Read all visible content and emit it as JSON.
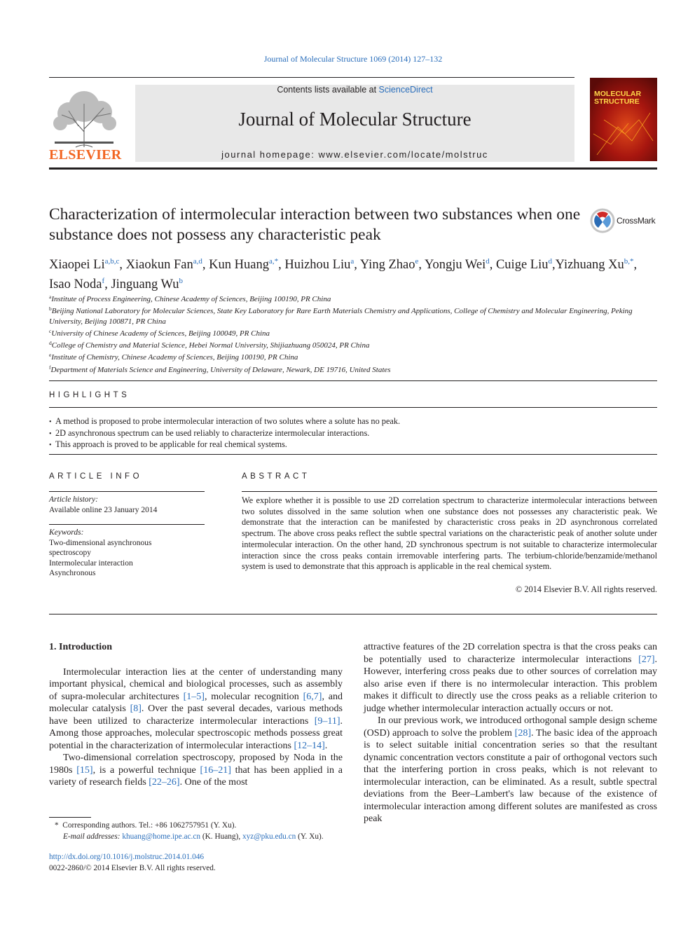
{
  "header": {
    "citation": "Journal of Molecular Structure 1069 (2014) 127–132",
    "contents_prefix": "Contents lists available at ",
    "contents_link": "ScienceDirect",
    "journal_title": "Journal of Molecular Structure",
    "homepage": "journal homepage: www.elsevier.com/locate/molstruc",
    "publisher_logo_text": "ELSEVIER",
    "cover_text": "MOLECULAR STRUCTURE"
  },
  "article": {
    "title": "Characterization of intermolecular interaction between two substances when one substance does not possess any characteristic peak",
    "crossmark_label": "CrossMark",
    "authors": [
      {
        "name": "Xiaopei Li",
        "sup": "a,b,c",
        "sep": ", "
      },
      {
        "name": "Xiaokun Fan",
        "sup": "a,d",
        "sep": ", "
      },
      {
        "name": "Kun Huang",
        "sup": "a,*",
        "sep": ", "
      },
      {
        "name": "Huizhou Liu",
        "sup": "a",
        "sep": ", "
      },
      {
        "name": "Ying Zhao",
        "sup": "e",
        "sep": ", "
      },
      {
        "name": "Yongju Wei",
        "sup": "d",
        "sep": ", "
      },
      {
        "name": "Cuige Liu",
        "sup": "d",
        "sep": ","
      },
      {
        "name": "Yizhuang Xu",
        "sup": "b,*",
        "sep": ", "
      },
      {
        "name": "Isao Noda",
        "sup": "f",
        "sep": ", "
      },
      {
        "name": "Jinguang Wu",
        "sup": "b",
        "sep": ""
      }
    ],
    "affiliations": [
      {
        "key": "a",
        "text": "Institute of Process Engineering, Chinese Academy of Sciences, Beijing 100190, PR China"
      },
      {
        "key": "b",
        "text": "Beijing National Laboratory for Molecular Sciences, State Key Laboratory for Rare Earth Materials Chemistry and Applications, College of Chemistry and Molecular Engineering, Peking University, Beijing 100871, PR China"
      },
      {
        "key": "c",
        "text": "University of Chinese Academy of Sciences, Beijing 100049, PR China"
      },
      {
        "key": "d",
        "text": "College of Chemistry and Material Science, Hebei Normal University, Shijiazhuang 050024, PR China"
      },
      {
        "key": "e",
        "text": "Institute of Chemistry, Chinese Academy of Sciences, Beijing 100190, PR China"
      },
      {
        "key": "f",
        "text": "Department of Materials Science and Engineering, University of Delaware, Newark, DE 19716, United States"
      }
    ]
  },
  "highlights": {
    "heading": "HIGHLIGHTS",
    "items": [
      "A method is proposed to probe intermolecular interaction of two solutes where a solute has no peak.",
      "2D asynchronous spectrum can be used reliably to characterize intermolecular interactions.",
      "This approach is proved to be applicable for real chemical systems."
    ]
  },
  "article_info": {
    "heading": "ARTICLE INFO",
    "history_label": "Article history:",
    "history_value": "Available online 23 January 2014",
    "keywords_label": "Keywords:",
    "keywords": [
      "Two-dimensional asynchronous",
      "spectroscopy",
      "Intermolecular interaction",
      "Asynchronous"
    ]
  },
  "abstract": {
    "heading": "ABSTRACT",
    "text": "We explore whether it is possible to use 2D correlation spectrum to characterize intermolecular interactions between two solutes dissolved in the same solution when one substance does not possesses any characteristic peak. We demonstrate that the interaction can be manifested by characteristic cross peaks in 2D asynchronous correlated spectrum. The above cross peaks reflect the subtle spectral variations on the characteristic peak of another solute under intermolecular interaction. On the other hand, 2D synchronous spectrum is not suitable to characterize intermolecular interaction since the cross peaks contain irremovable interfering parts. The terbium-chloride/benzamide/methanol system is used to demonstrate that this approach is applicable in the real chemical system.",
    "copyright": "© 2014 Elsevier B.V. All rights reserved."
  },
  "body": {
    "section_heading": "1. Introduction",
    "left_paragraphs": [
      [
        {
          "t": "Intermolecular interaction lies at the center of understanding many important physical, chemical and biological processes, such as assembly of supra-molecular architectures "
        },
        {
          "t": "[1–5]",
          "link": true
        },
        {
          "t": ", molecular recognition "
        },
        {
          "t": "[6,7]",
          "link": true
        },
        {
          "t": ", and molecular catalysis "
        },
        {
          "t": "[8]",
          "link": true
        },
        {
          "t": ". Over the past several decades, various methods have been utilized to characterize intermolecular interactions "
        },
        {
          "t": "[9–11]",
          "link": true
        },
        {
          "t": ". Among those approaches, molecular spectroscopic methods possess great potential in the characterization of intermolecular interactions "
        },
        {
          "t": "[12–14]",
          "link": true
        },
        {
          "t": "."
        }
      ],
      [
        {
          "t": "Two-dimensional correlation spectroscopy, proposed by Noda in the 1980s "
        },
        {
          "t": "[15]",
          "link": true
        },
        {
          "t": ", is a powerful technique "
        },
        {
          "t": "[16–21]",
          "link": true
        },
        {
          "t": " that has been applied in a variety of research fields "
        },
        {
          "t": "[22–26]",
          "link": true
        },
        {
          "t": ". One of the most"
        }
      ]
    ],
    "right_paragraphs": [
      [
        {
          "t": "attractive features of the 2D correlation spectra is that the cross peaks can be potentially used to characterize intermolecular interactions "
        },
        {
          "t": "[27]",
          "link": true
        },
        {
          "t": ". However, interfering cross peaks due to other sources of correlation may also arise even if there is no intermolecular interaction. This problem makes it difficult to directly use the cross peaks as a reliable criterion to judge whether intermolecular interaction actually occurs or not."
        }
      ],
      [
        {
          "t": "In our previous work, we introduced orthogonal sample design scheme (OSD) approach to solve the problem "
        },
        {
          "t": "[28]",
          "link": true
        },
        {
          "t": ". The basic idea of the approach is to select suitable initial concentration series so that the resultant dynamic concentration vectors constitute a pair of orthogonal vectors such that the interfering portion in cross peaks, which is not relevant to intermolecular interaction, can be eliminated. As a result, subtle spectral deviations from the Beer–Lambert's law because of the existence of intermolecular interaction among different solutes are manifested as cross peak"
        }
      ]
    ]
  },
  "footnotes": {
    "corresponding": "Corresponding authors. Tel.: +86 1062757951 (Y. Xu).",
    "email_label": "E-mail addresses:",
    "email1": "khuang@home.ipe.ac.cn",
    "email1_who": " (K. Huang), ",
    "email2": "xyz@pku.edu.cn",
    "email2_who": " (Y. Xu).",
    "doi": "http://dx.doi.org/10.1016/j.molstruc.2014.01.046",
    "issn": "0022-2860/© 2014 Elsevier B.V. All rights reserved."
  },
  "colors": {
    "link": "#2a6ebb",
    "elsevier_orange": "#f26522",
    "banner_gray": "#e8e8e8",
    "text": "#231f20"
  }
}
